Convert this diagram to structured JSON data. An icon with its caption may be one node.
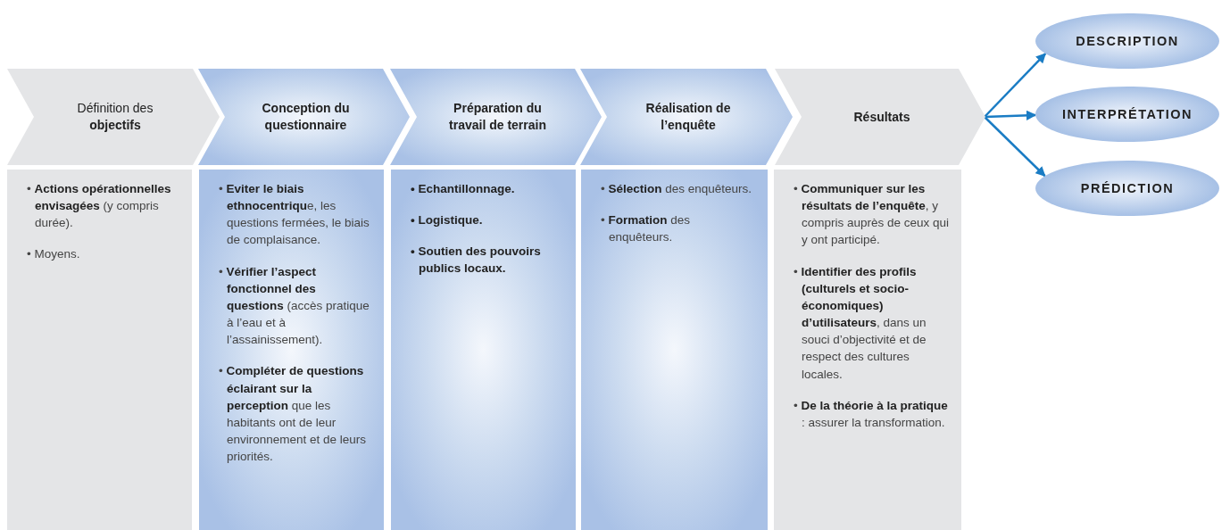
{
  "diagram": {
    "nodes": [
      {
        "text": [
          "Définition des **objectifs**"
        ]
      },
      {
        "text": [
          "Conception du questionnaire"
        ]
      },
      {
        "text": [
          "Préparation du travail de terrain"
        ]
      },
      {
        "text": [
          "Réalisation de l’enquête"
        ]
      },
      {
        "text": [
          "Résultats"
        ]
      },
      {
        "text": [
          "• **Actions opérationnelles envisagées** (y compris durée).",
          "• Moyens."
        ]
      },
      {
        "text": [
          "• **Eviter le biais ethnocentriqu**e, les questions fermées, le biais de complaisance.",
          "• **Vérifier l’aspect fonctionnel des questions** (accès pratique à l’eau et à l’assainissement).",
          "• **Compléter de questions éclairant sur la perception** que les habitants ont de leur environnement et de leurs priorités."
        ]
      },
      {
        "text": [
          "• Echantillonnage.",
          "• Logistique.",
          "• Soutien des pouvoirs publics locaux."
        ]
      },
      {
        "text": [
          "• **Sélection** des enquêteurs.",
          "• **Formation** des enquêteurs."
        ]
      },
      {
        "text": [
          "• **Communiquer sur les résultats de l’enquête**, y compris auprès de ceux qui y ont participé.",
          "• **Identifier des profils (culturels et socio-économiques) d’utilisateurs**, dans un souci d’objectivité et de respect des cultures locales.",
          "• **De la théorie à la pratique** : assurer la transformation."
        ]
      },
      {
        "text": [
          "DESCRIPTION"
        ]
      },
      {
        "text": [
          "INTERPRÉTATION"
        ]
      },
      {
        "text": [
          "PRÉDICTION"
        ]
      }
    ],
    "edges": [
      {
        "from": 4,
        "to": 10,
        "arrow": "to"
      },
      {
        "from": 4,
        "to": 11,
        "arrow": "to"
      },
      {
        "from": 4,
        "to": 12,
        "arrow": "to"
      }
    ]
  }
}
